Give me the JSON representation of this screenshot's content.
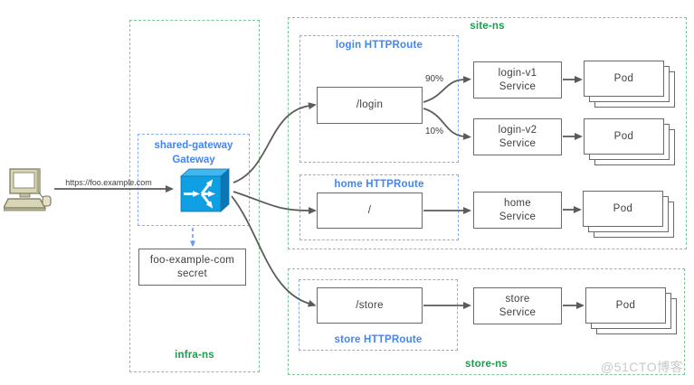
{
  "watermark": "@51CTO博客",
  "client": {
    "request_url": "https://foo.example.com"
  },
  "namespaces": {
    "infra": "infra-ns",
    "site": "site-ns",
    "store": "store-ns"
  },
  "gateway": {
    "name": "shared-gateway",
    "kind": "Gateway"
  },
  "secret": {
    "line1": "foo-example-com",
    "line2": "secret"
  },
  "routes": {
    "login": {
      "title": "login HTTPRoute",
      "path": "/login",
      "weight_to_v1": "90%",
      "weight_to_v2": "10%"
    },
    "home": {
      "title": "home HTTPRoute",
      "path": "/"
    },
    "store": {
      "title": "store HTTPRoute",
      "path": "/store"
    }
  },
  "services": {
    "login_v1": {
      "line1": "login-v1",
      "line2": "Service"
    },
    "login_v2": {
      "line1": "login-v2",
      "line2": "Service"
    },
    "home": {
      "line1": "home",
      "line2": "Service"
    },
    "store": {
      "line1": "store",
      "line2": "Service"
    }
  },
  "pod_label": "Pod",
  "colors": {
    "accent_blue": "#4285F4",
    "route_dash_blue": "#85ACF8",
    "namespace_green": "#1E9C4D",
    "namespace_dash_green": "#7BC795",
    "node_border_gray": "#6A6A6A",
    "arrow_gray": "#5B5B5B",
    "gateway_icon_blue": "#119FE4"
  }
}
